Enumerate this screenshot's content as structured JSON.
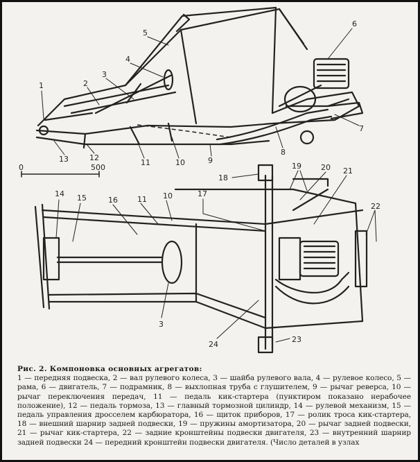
{
  "side_view": {
    "callouts": [
      "1",
      "2",
      "3",
      "4",
      "5",
      "6",
      "7",
      "8",
      "9",
      "10",
      "11",
      "12",
      "13"
    ],
    "scale": {
      "start": "0",
      "end": "500"
    }
  },
  "top_view": {
    "callouts": [
      "3",
      "10",
      "11",
      "14",
      "15",
      "16",
      "17",
      "18",
      "19",
      "20",
      "21",
      "22",
      "23",
      "24"
    ]
  },
  "caption": {
    "title": "Рис. 2. Компоновка основных агрегатов:",
    "text": "1 — передняя подвеска, 2 — вал рулевого колеса, 3 — шайба рулевого вала, 4 — рулевое колесо, 5 — рама, 6 — двигатель, 7 — подрамник, 8 — выхлопная труба с глушителем, 9 — рычаг реверса, 10 — рычаг переключения передач, 11 — педаль кик-стартера (пунктиром показано нерабочее положение), 12 — педаль тормоза, 13 — главный тормозной цилиндр, 14 — рулевой механизм, 15 — педаль управления дросселем карбюратора, 16 — щиток приборов, 17 — ролик троса кик-стартера, 18 — внешний шарнир задней подвески, 19 — пружины амортизатора, 20 — рычаг задней подвески, 21 — рычаг кик-стартера, 22 — задние кронштейны подвески двигателя, 23 — внутренний шарнир задней подвески 24 — передний кронштейн подвески двигателя. (Число деталей в узлах"
  }
}
